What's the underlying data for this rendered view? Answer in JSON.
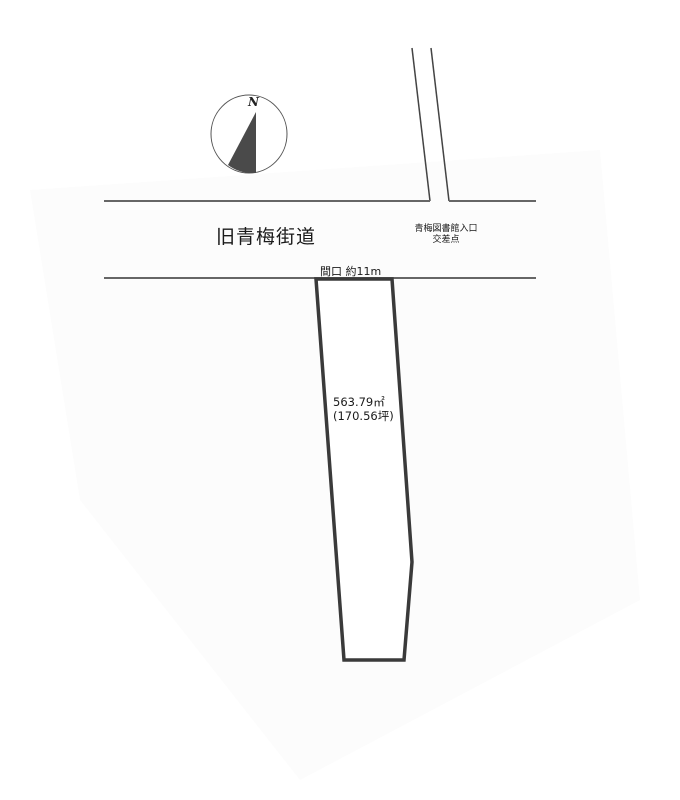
{
  "diagram": {
    "type": "land-lot survey sketch",
    "compass": {
      "label": "N",
      "icon": "north-arrow-icon"
    },
    "road": {
      "name": "旧青梅街道"
    },
    "intersection": {
      "line1": "青梅図書館入口",
      "line2": "交差点"
    },
    "lot": {
      "frontage": "間口 約11m",
      "area_sqm": "563.79㎡",
      "area_tsubo": "(170.56坪)"
    },
    "colors": {
      "line": "#3a3a3a",
      "road_line": "#555555",
      "compass_fill": "#4a4a4a",
      "background": "#ffffff"
    }
  }
}
